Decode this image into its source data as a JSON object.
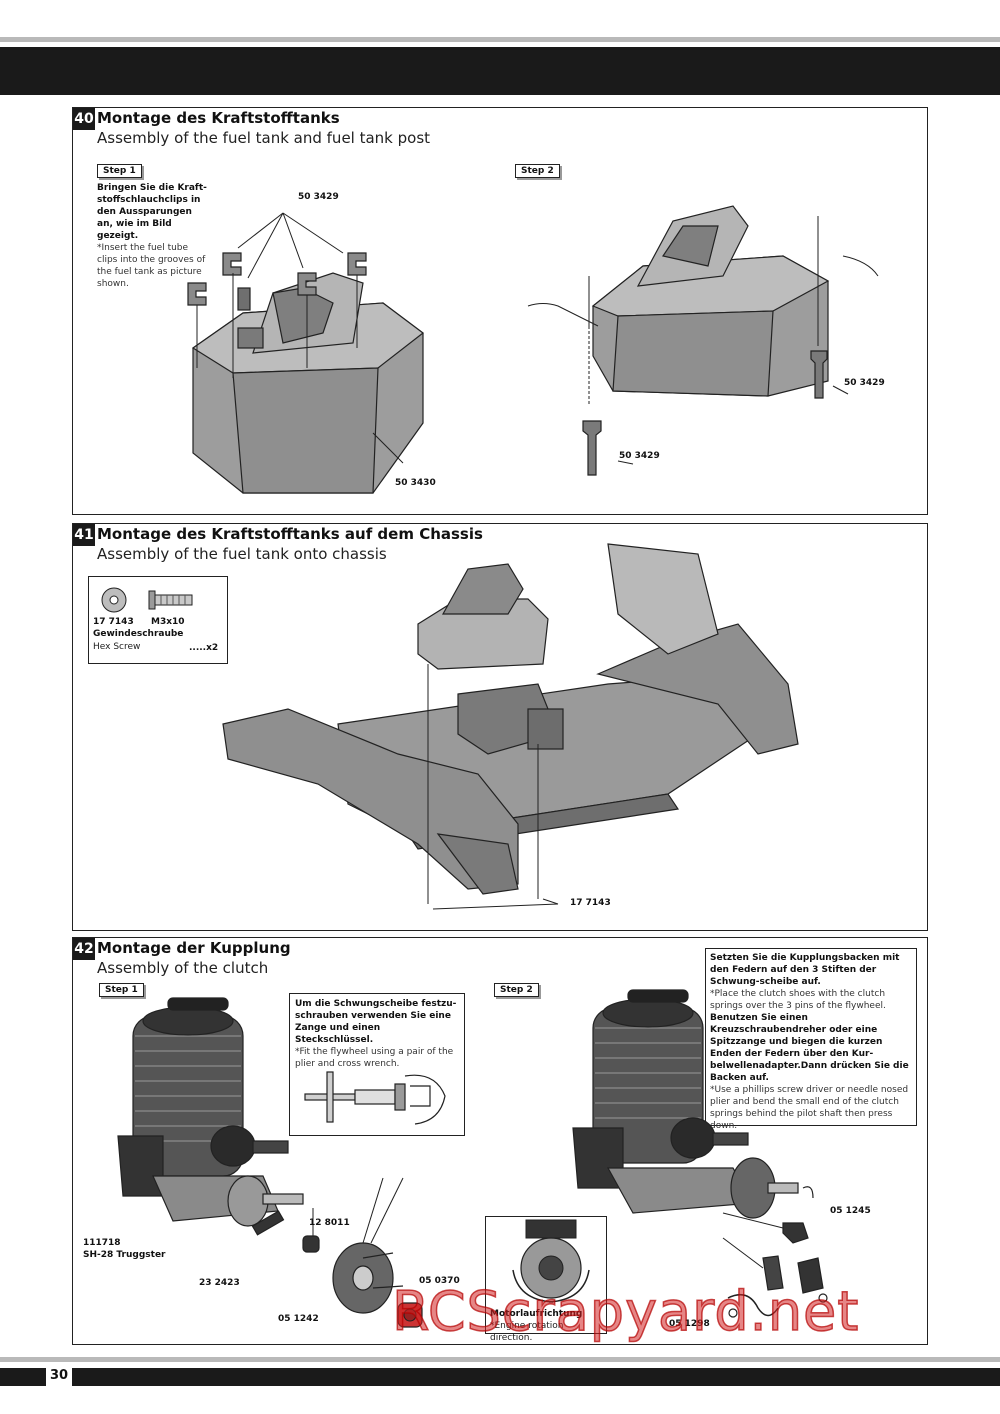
{
  "page_number": "30",
  "watermark": "RCScrapyard.net",
  "sections": {
    "s40": {
      "number": "40",
      "title_de": "Montage des Kraftstofftanks",
      "title_en": "Assembly of the fuel tank and fuel tank post",
      "step1_label": "Step 1",
      "step2_label": "Step 2",
      "note_de": "Bringen Sie die Kraft-stoffschlauchclips in den Aussparungen an, wie im Bild gezeigt.",
      "note_en": "*Insert the fuel tube clips into the grooves of the fuel tank as picture shown.",
      "part_clips": "50 3429",
      "part_tank": "50 3430",
      "part_post_right": "50 3429",
      "part_post_left": "50 3429"
    },
    "s41": {
      "number": "41",
      "title_de": "Montage des Kraftstofftanks auf dem Chassis",
      "title_en": "Assembly of the fuel tank onto chassis",
      "hw_part": "17 7143",
      "hw_size": "M3x10",
      "hw_name_de": "Gewindeschraube",
      "hw_name_en": "Hex Screw",
      "hw_qty": ".....x2",
      "part_screw": "17 7143"
    },
    "s42": {
      "number": "42",
      "title_de": "Montage der Kupplung",
      "title_en": "Assembly of the clutch",
      "step1_label": "Step 1",
      "step2_label": "Step 2",
      "flywheel_note_de": "Um die Schwungscheibe festzu-schrauben verwenden Sie eine Zange und einen Steckschlüssel.",
      "flywheel_note_en": "*Fit the flywheel using a pair of the plier and cross wrench.",
      "clutch_note_de1": "Setzten Sie die Kupplungsbacken mit den Federn auf den 3 Stiften der Schwung-scheibe auf.",
      "clutch_note_en1": "*Place the clutch shoes with the clutch springs over the 3 pins of the flywheel.",
      "clutch_note_de2": "Benutzen Sie einen Kreuzschraubendreher oder eine Spitzzange und biegen die kurzen Enden der Federn über den Kur-belwellenadapter.Dann drücken Sie die Backen auf.",
      "clutch_note_en2": "*Use a phillips screw driver or needle nosed plier and bend the small end of the clutch springs behind the pilot shaft then press down.",
      "engine_code": "111718",
      "engine_name": "SH-28 Truggster",
      "part_12_8011": "12 8011",
      "part_23_2423": "23 2423",
      "part_05_1242": "05 1242",
      "part_05_0370": "05 0370",
      "part_05_1245": "05 1245",
      "part_05_1298": "05 1298",
      "rotation_de": "Motorlaufrichtung",
      "rotation_en": "*Engine rotation direction."
    }
  }
}
